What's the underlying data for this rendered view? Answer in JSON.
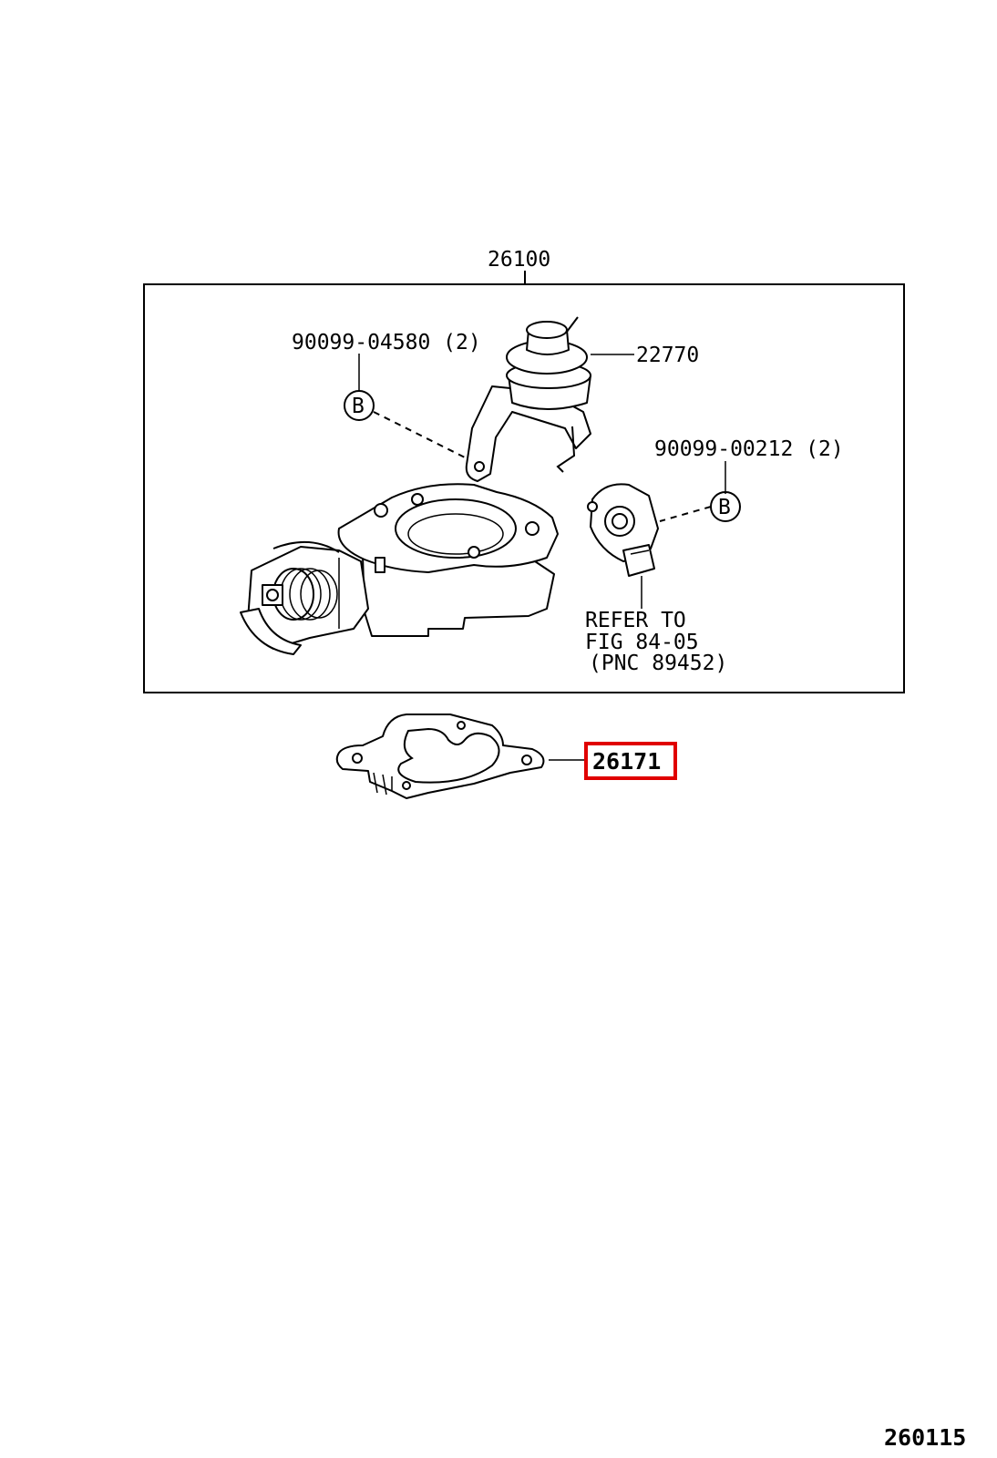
{
  "diagram": {
    "assembly_number": "26100",
    "labels": {
      "bolt_b_left": "90099-04580 (2)",
      "dashpot": "22770",
      "bolt_b_right": "90099-00212 (2)",
      "refer_line1": "REFER TO",
      "refer_line2": "FIG 84-05",
      "refer_line3": "(PNC 89452)",
      "gasket": "26171"
    },
    "callout_b_left": "B",
    "callout_b_right": "B",
    "highlight_color": "#e00000",
    "figure_number": "260115"
  }
}
